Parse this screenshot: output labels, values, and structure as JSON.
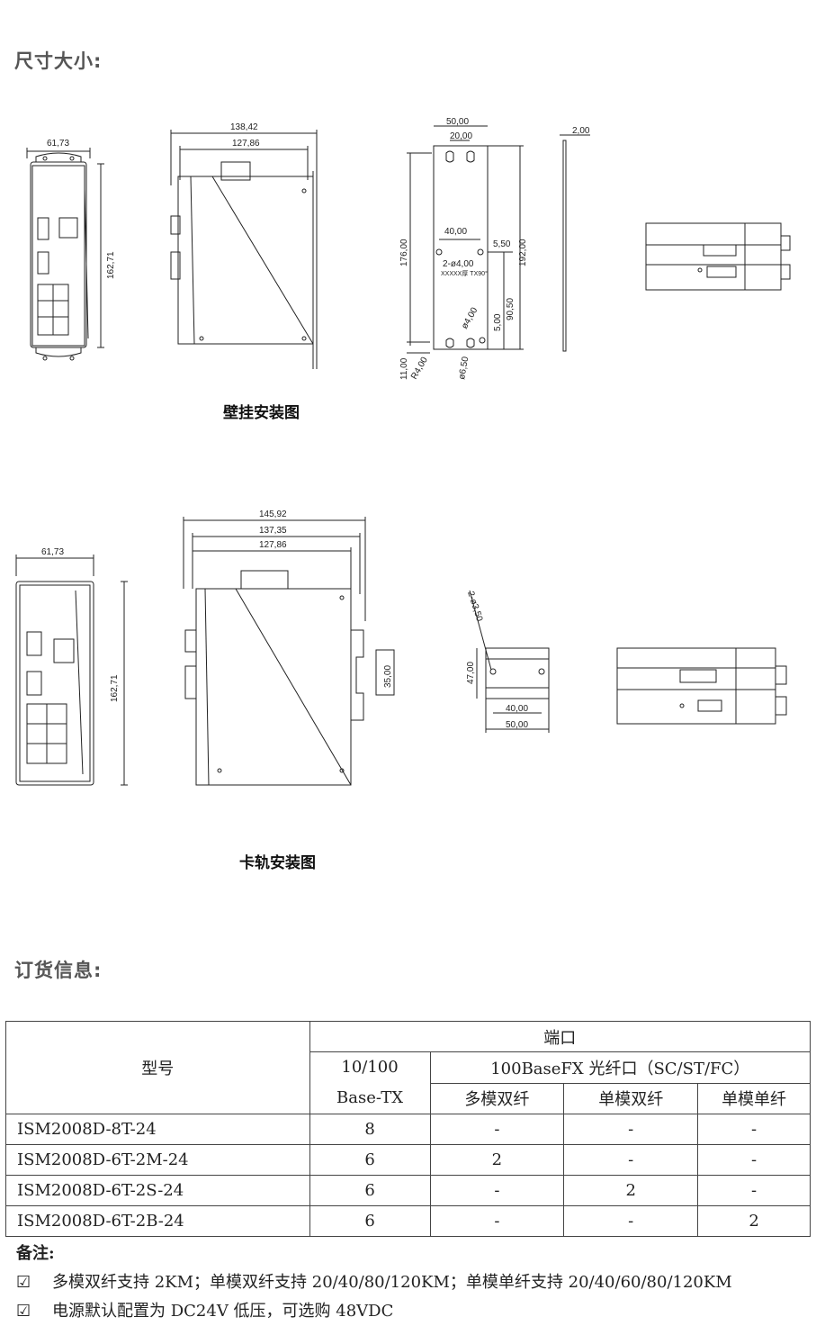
{
  "sections": {
    "dimensions_title": "尺寸大小:",
    "ordering_title": "订货信息:"
  },
  "wall_mount": {
    "caption": "壁挂安装图",
    "dims": {
      "front_width": "61,73",
      "front_height": "162,71",
      "side_outer": "138,42",
      "side_inner": "127,86",
      "plate_width": "50,00",
      "plate_hole_spacing": "20,00",
      "plate_height": "176,00",
      "plate_total": "192,00",
      "hole_spacing_h": "40,00",
      "hole_offset": "5,50",
      "hole_label": "2-ø4,00",
      "hole_note": "XXXXX厚 TX90°",
      "dim_5": "5,00",
      "dim_90": "90,50",
      "dim_4": "ø4,00",
      "dim_11": "11,00",
      "dim_r4": "R4,00",
      "dim_6_5": "ø6,50",
      "plate_thickness": "2,00"
    }
  },
  "rail_mount": {
    "caption": "卡轨安装图",
    "dims": {
      "front_width": "61,73",
      "front_height": "162,71",
      "side_outer": "145,92",
      "side_mid": "137,35",
      "side_inner": "127,86",
      "rail_height": "35,00",
      "clip_holes": "2-ø3,50",
      "clip_height": "47,00",
      "clip_hole_spacing": "40,00",
      "clip_width": "50,00"
    }
  },
  "order_table": {
    "header_model": "型号",
    "header_ports": "端口",
    "header_tx_line1": "10/100",
    "header_tx_line2": "Base-TX",
    "header_fx": "100BaseFX 光纤口（SC/ST/FC）",
    "header_mm_dual": "多模双纤",
    "header_sm_dual": "单模双纤",
    "header_sm_single": "单模单纤",
    "rows": [
      {
        "model": "ISM2008D-8T-24",
        "tx": "8",
        "mm": "-",
        "smd": "-",
        "sms": "-"
      },
      {
        "model": "ISM2008D-6T-2M-24",
        "tx": "6",
        "mm": "2",
        "smd": "-",
        "sms": "-"
      },
      {
        "model": "ISM2008D-6T-2S-24",
        "tx": "6",
        "mm": "-",
        "smd": "2",
        "sms": "-"
      },
      {
        "model": "ISM2008D-6T-2B-24",
        "tx": "6",
        "mm": "-",
        "smd": "-",
        "sms": "2"
      }
    ]
  },
  "notes": {
    "title": "备注:",
    "check_glyph": "☑",
    "items": [
      "多模双纤支持 2KM；单模双纤支持 20/40/80/120KM；单模单纤支持 20/40/60/80/120KM",
      "电源默认配置为 DC24V 低压，可选购 48VDC"
    ]
  }
}
